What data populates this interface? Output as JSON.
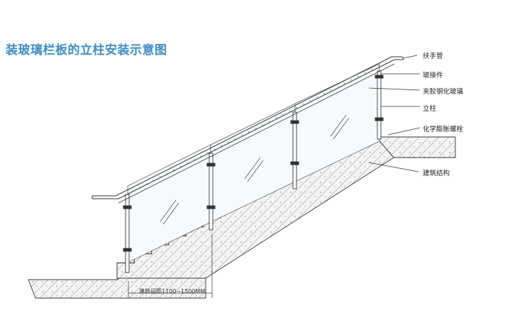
{
  "title": "装玻璃栏板的立柱安装示意图",
  "labels": {
    "handrail": "扶手管",
    "connector": "玻接件",
    "glass": "夹胶钢化玻璃",
    "post": "立柱",
    "anchor_bolt": "化学膨胀螺栓",
    "structure": "建筑结构"
  },
  "dimension": "建筑间距1100~1500MM",
  "colors": {
    "title": "#3e8fc2",
    "line": "#333333"
  }
}
